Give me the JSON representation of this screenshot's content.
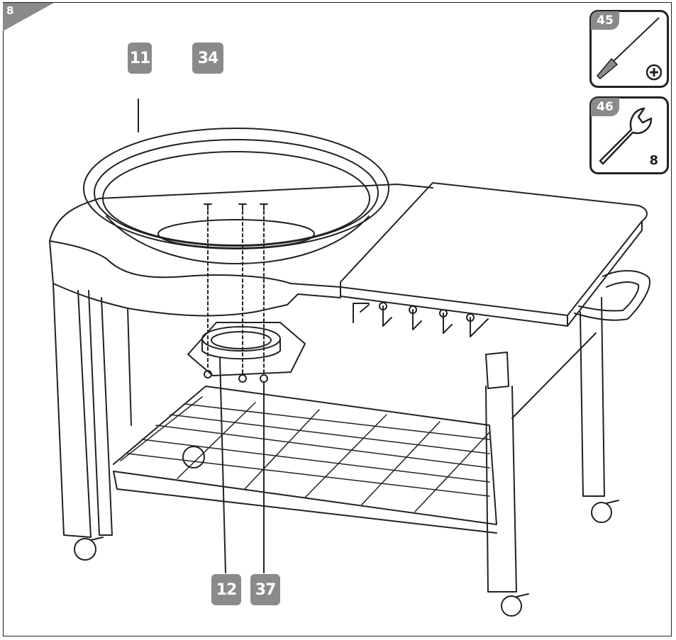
{
  "step": {
    "number": "8"
  },
  "parts": {
    "bowl": "11",
    "screws": "34",
    "ring": "12",
    "nuts": "37"
  },
  "tools": {
    "screwdriver": {
      "number": "45",
      "icon": "phillips-screwdriver-icon"
    },
    "wrench": {
      "number": "46",
      "icon": "wrench-icon",
      "size": "8"
    }
  },
  "colors": {
    "label_bg": "#8a8a8a",
    "line": "#222222"
  }
}
